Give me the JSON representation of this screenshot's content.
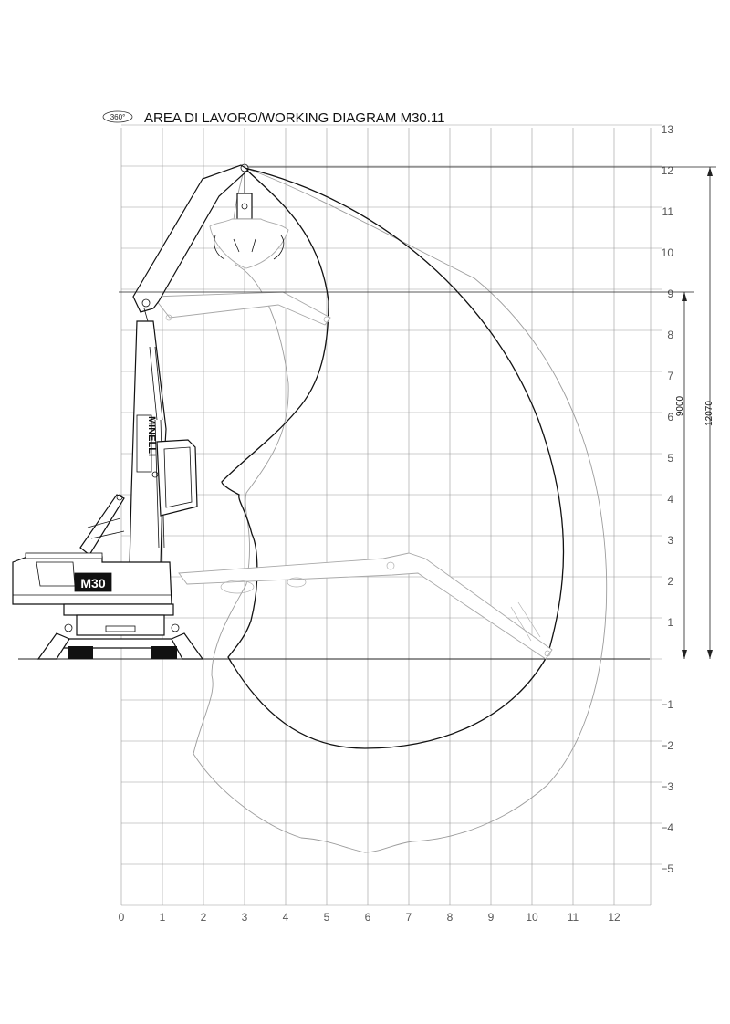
{
  "header": {
    "badge": "360°",
    "title": "AREA DI LAVORO/WORKING DIAGRAM  M30.11"
  },
  "axes": {
    "x_ticks": [
      "0",
      "1",
      "2",
      "3",
      "4",
      "5",
      "6",
      "7",
      "8",
      "9",
      "10",
      "11",
      "12"
    ],
    "y_ticks": [
      "13",
      "12",
      "11",
      "10",
      "9",
      "8",
      "7",
      "6",
      "5",
      "4",
      "3",
      "2",
      "1",
      "−1",
      "−2",
      "−3",
      "−4",
      "−5"
    ]
  },
  "dimensions": {
    "height_9000": "9000",
    "height_12070": "12070"
  },
  "machine": {
    "brand": "MINELLI",
    "model": "M30"
  },
  "colors": {
    "primary_line": "#111111",
    "secondary_line": "#9c9c9c",
    "grid": "#9a9a9a"
  }
}
